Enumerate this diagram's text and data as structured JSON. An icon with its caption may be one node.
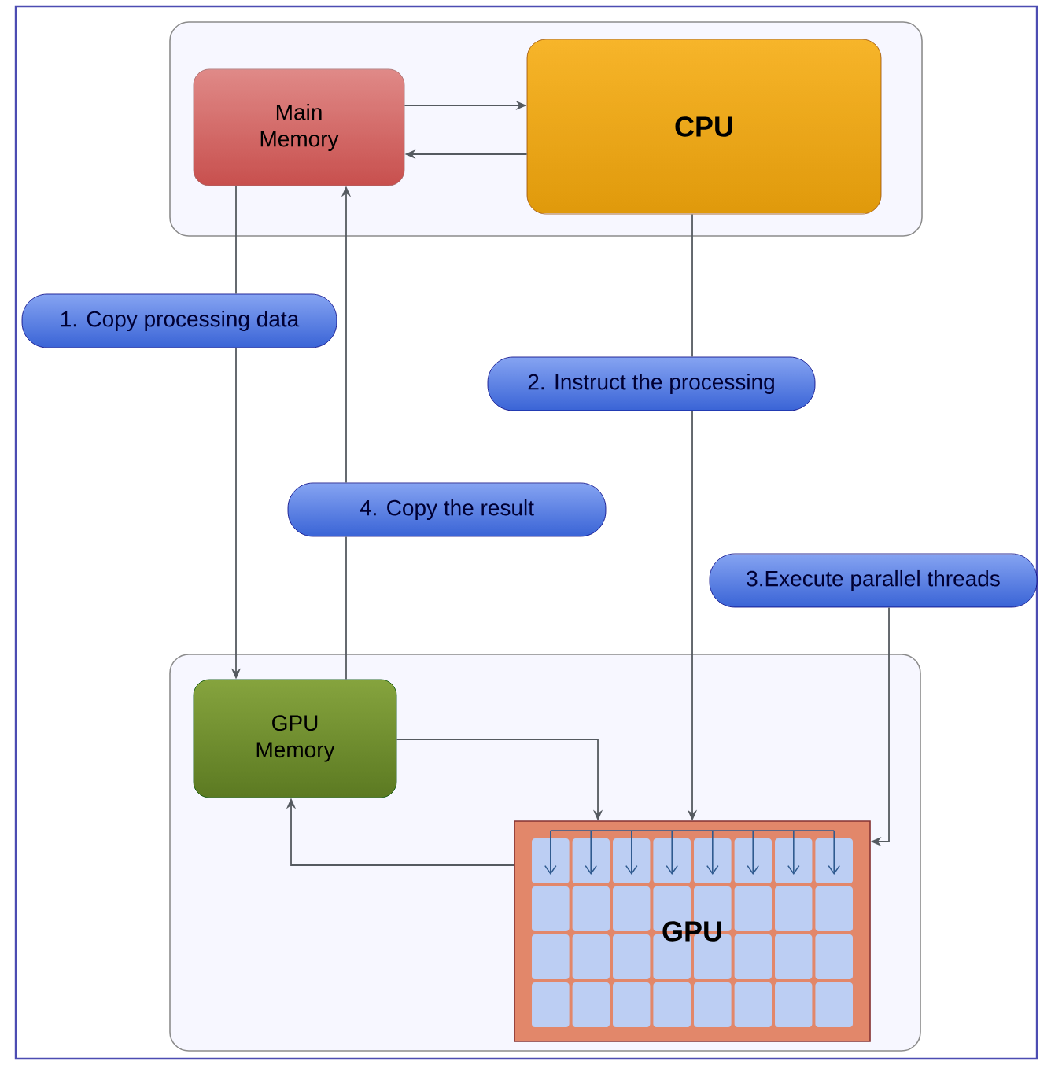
{
  "diagram": {
    "nodes": [
      {
        "text": [],
        "shape": "box"
      },
      {
        "text": [
          "Main Memory"
        ],
        "in": 0
      },
      {
        "text": [
          "CPU"
        ],
        "in": 0
      },
      {
        "text": [],
        "shape": "box"
      },
      {
        "text": [
          "GPU Memory"
        ],
        "in": 3
      },
      {
        "text": [
          "GPU"
        ],
        "in": 3
      },
      {
        "text": [
          "3.Execute parallel threads"
        ]
      },
      {
        "text": [
          "1. Copy processing data"
        ]
      },
      {
        "text": [
          "2. Instruct the processing"
        ]
      },
      {
        "text": [
          "4. Copy the result"
        ]
      }
    ],
    "edges": [
      {
        "from": 1,
        "to": 2,
        "arrow": "to"
      },
      {
        "from": 2,
        "to": 1,
        "arrow": "to"
      },
      {
        "from": 1,
        "to": 7,
        "arrow": "none"
      },
      {
        "from": 7,
        "to": 4,
        "arrow": "to"
      },
      {
        "from": 4,
        "to": 9,
        "arrow": "none"
      },
      {
        "from": 9,
        "to": 1,
        "arrow": "to"
      },
      {
        "from": 2,
        "to": 8,
        "arrow": "none"
      },
      {
        "from": 8,
        "to": 5,
        "arrow": "to"
      },
      {
        "from": 6,
        "to": 5,
        "arrow": "to"
      },
      {
        "from": 4,
        "to": 5,
        "arrow": "to"
      },
      {
        "from": 5,
        "to": 4,
        "arrow": "to"
      }
    ]
  }
}
